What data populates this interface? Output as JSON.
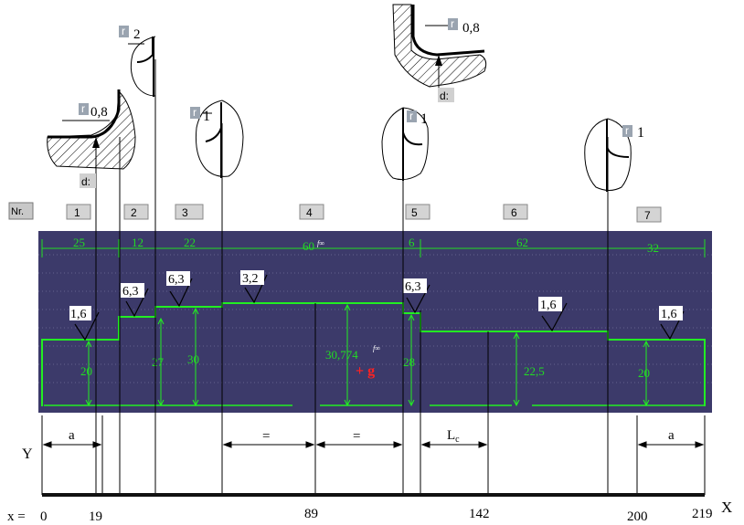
{
  "header": {
    "nr_label": "Nr.",
    "sections": [
      "1",
      "2",
      "3",
      "4",
      "5",
      "6",
      "7"
    ]
  },
  "radius_tag": "r",
  "tool_radii": [
    "0,8",
    "2",
    "1",
    "1",
    "0,8",
    "1"
  ],
  "diameter_tag": "d:",
  "lengths": [
    "25",
    "12",
    "22",
    "60",
    "6",
    "62",
    "32"
  ],
  "tolerance_mark": "f∞",
  "roughness": [
    "1,6",
    "6,3",
    "6,3",
    "3,2",
    "6,3",
    "1,6",
    "1,6"
  ],
  "heights": [
    "20",
    "27",
    "30",
    "30,774",
    "28",
    "22,5",
    "20"
  ],
  "plus_g": "+ g",
  "bottom": {
    "a_left": "a",
    "equal_1": "=",
    "equal_2": "=",
    "lc_main": "L",
    "lc_sub": "c",
    "a_right": "a",
    "x_prefix": "x =",
    "x_values": [
      "0",
      "19",
      "89",
      "142",
      "200",
      "219"
    ],
    "y_axis": "Y",
    "x_axis": "X"
  }
}
